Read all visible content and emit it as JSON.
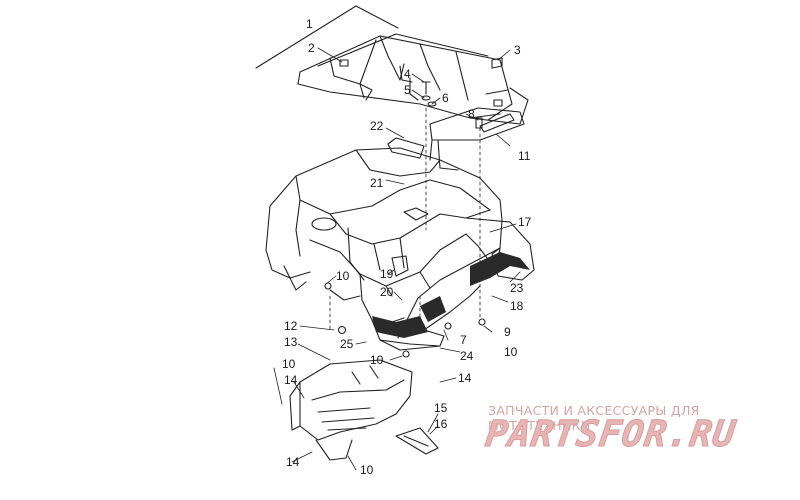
{
  "callouts": [
    {
      "id": "c1",
      "label": "1"
    },
    {
      "id": "c2",
      "label": "2"
    },
    {
      "id": "c3",
      "label": "3"
    },
    {
      "id": "c4",
      "label": "4"
    },
    {
      "id": "c5",
      "label": "5"
    },
    {
      "id": "c6",
      "label": "6"
    },
    {
      "id": "c8",
      "label": "8"
    },
    {
      "id": "c22",
      "label": "22"
    },
    {
      "id": "c11",
      "label": "11"
    },
    {
      "id": "c21",
      "label": "21"
    },
    {
      "id": "c17",
      "label": "17"
    },
    {
      "id": "c23",
      "label": "23"
    },
    {
      "id": "c18",
      "label": "18"
    },
    {
      "id": "c10a",
      "label": "10"
    },
    {
      "id": "c19",
      "label": "19"
    },
    {
      "id": "c20",
      "label": "20"
    },
    {
      "id": "c12",
      "label": "12"
    },
    {
      "id": "c7",
      "label": "7"
    },
    {
      "id": "c9",
      "label": "9"
    },
    {
      "id": "c10b",
      "label": "10"
    },
    {
      "id": "c13",
      "label": "13"
    },
    {
      "id": "c25",
      "label": "25"
    },
    {
      "id": "c10c",
      "label": "10"
    },
    {
      "id": "c24",
      "label": "24"
    },
    {
      "id": "c10d",
      "label": "10"
    },
    {
      "id": "c14a",
      "label": "14"
    },
    {
      "id": "c14b",
      "label": "14"
    },
    {
      "id": "c15",
      "label": "15"
    },
    {
      "id": "c16",
      "label": "16"
    },
    {
      "id": "c14c",
      "label": "14"
    },
    {
      "id": "c10e",
      "label": "10"
    }
  ],
  "watermark": {
    "tagline": "ЗАПЧАСТИ И АКСЕССУАРЫ ДЛЯ МОТОТЕХНИКИ",
    "logo": "PARTSFOR.RU"
  }
}
